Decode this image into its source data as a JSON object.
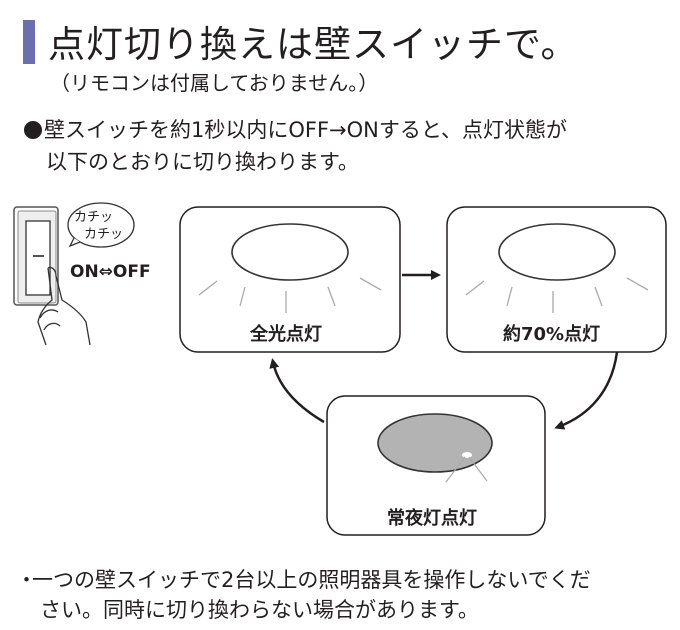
{
  "header": {
    "title": "点灯切り換えは壁スイッチで。",
    "subtitle": "（リモコンは付属しておりません。）",
    "accent_color": "#6b6fb0"
  },
  "instruction": {
    "line1": "壁スイッチを約1秒以内にOFF→ONすると、点灯状態が",
    "line2": "以下のとおりに切り換わります。"
  },
  "diagram": {
    "switch": {
      "sound_line1": "カチッ",
      "sound_line2": "カチッ",
      "toggle_label": "ON⇔OFF"
    },
    "states": [
      {
        "label": "全光点灯"
      },
      {
        "label": "約70%点灯"
      },
      {
        "label": "常夜灯点灯"
      }
    ]
  },
  "note": {
    "marker": "・",
    "line1": "一つの壁スイッチで2台以上の照明器具を操作しないでくだ",
    "line2": "さい。同時に切り換わらない場合があります。"
  }
}
